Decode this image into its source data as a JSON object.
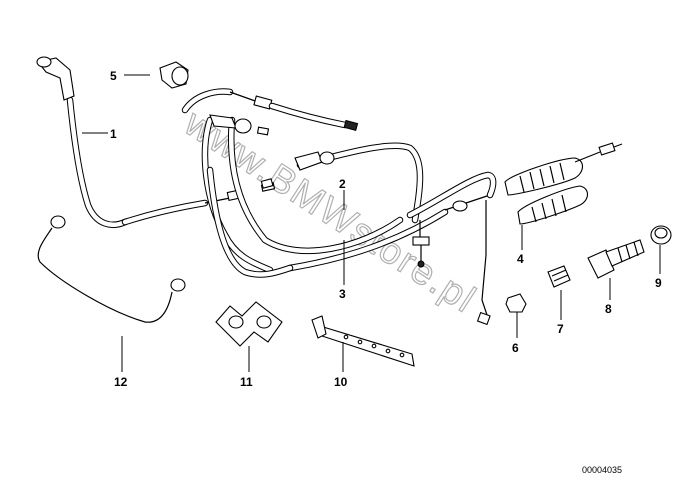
{
  "watermark": "www.BMWstore.pl",
  "reference_number": "00004035",
  "callouts": [
    {
      "id": "1",
      "label": "1"
    },
    {
      "id": "2",
      "label": "2"
    },
    {
      "id": "3",
      "label": "3"
    },
    {
      "id": "4",
      "label": "4"
    },
    {
      "id": "5",
      "label": "5"
    },
    {
      "id": "6",
      "label": "6"
    },
    {
      "id": "7",
      "label": "7"
    },
    {
      "id": "8",
      "label": "8"
    },
    {
      "id": "9",
      "label": "9"
    },
    {
      "id": "10",
      "label": "10"
    },
    {
      "id": "11",
      "label": "11"
    },
    {
      "id": "12",
      "label": "12"
    }
  ]
}
